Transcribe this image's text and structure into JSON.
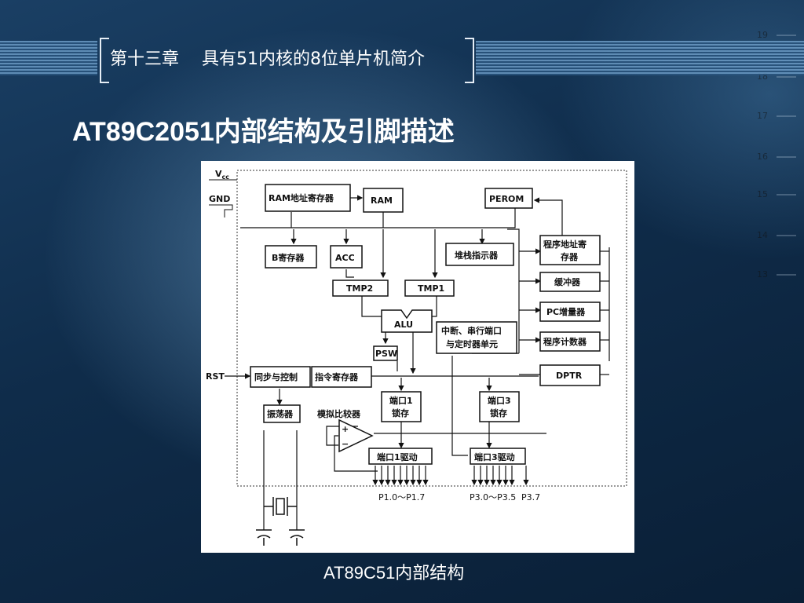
{
  "header": {
    "title": "第十三章　 具有51内核的8位单片机简介"
  },
  "page_title": "AT89C2051内部结构及引脚描述",
  "caption": "AT89C51内部结构",
  "background_ruler": [
    "19",
    "18",
    "17",
    "16",
    "15",
    "14",
    "13"
  ],
  "diagram": {
    "vcc": "V",
    "vcc_sub": "cc",
    "gnd": "GND",
    "rst": "RST",
    "blocks": {
      "ram_addr": "RAM地址寄存器",
      "ram": "RAM",
      "perom": "PEROM",
      "b_reg": "B寄存器",
      "acc": "ACC",
      "stack": "堆栈指示器",
      "prog_addr_1": "程序地址寄",
      "prog_addr_2": "存器",
      "tmp2": "TMP2",
      "tmp1": "TMP1",
      "buffer": "缓冲器",
      "alu": "ALU",
      "pc_inc": "PC增量器",
      "interrupt_1": "中断、串行端口",
      "interrupt_2": "与定时器单元",
      "prog_counter": "程序计数器",
      "psw": "PSW",
      "sync_ctrl": "同步与控制",
      "instr_reg": "指令寄存器",
      "dptr": "DPTR",
      "port1_latch_1": "端口1",
      "port1_latch_2": "锁存",
      "port3_latch_1": "端口3",
      "port3_latch_2": "锁存",
      "oscillator": "振荡器",
      "comparator": "模拟比较器",
      "port1_driver": "端口1驱动",
      "port3_driver": "端口3驱动",
      "plus": "+",
      "minus": "−"
    },
    "pins": {
      "p1": "P1.0～P1.7",
      "p3": "P3.0～P3.5",
      "p37": "P3.7"
    }
  }
}
